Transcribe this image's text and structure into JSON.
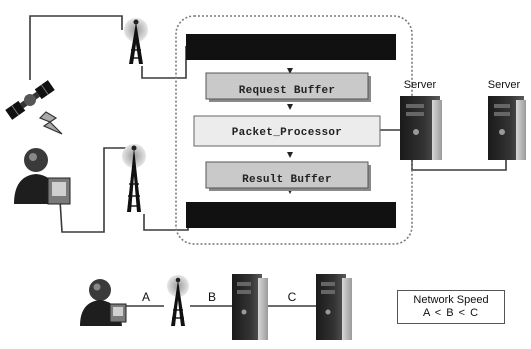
{
  "gateway": {
    "request_buffer": "Request Buffer",
    "packet_processor": "Packet_Processor",
    "result_buffer": "Result Buffer"
  },
  "servers": {
    "left_label": "Server",
    "right_label": "Server"
  },
  "chain": {
    "link_a": "A",
    "link_b": "B",
    "link_c": "C"
  },
  "legend": {
    "title": "Network Speed",
    "formula": "A < B < C"
  },
  "colors": {
    "dark_bar": "#111111",
    "buffer_fill": "#c9c9c9",
    "processor_fill": "#ececec",
    "dotted_border": "#7a7a7a",
    "wire": "#3a3a3a"
  },
  "icons": [
    "satellite-icon",
    "tower-icon",
    "user-computer-icon",
    "server-icon",
    "arrow-down-icon"
  ]
}
